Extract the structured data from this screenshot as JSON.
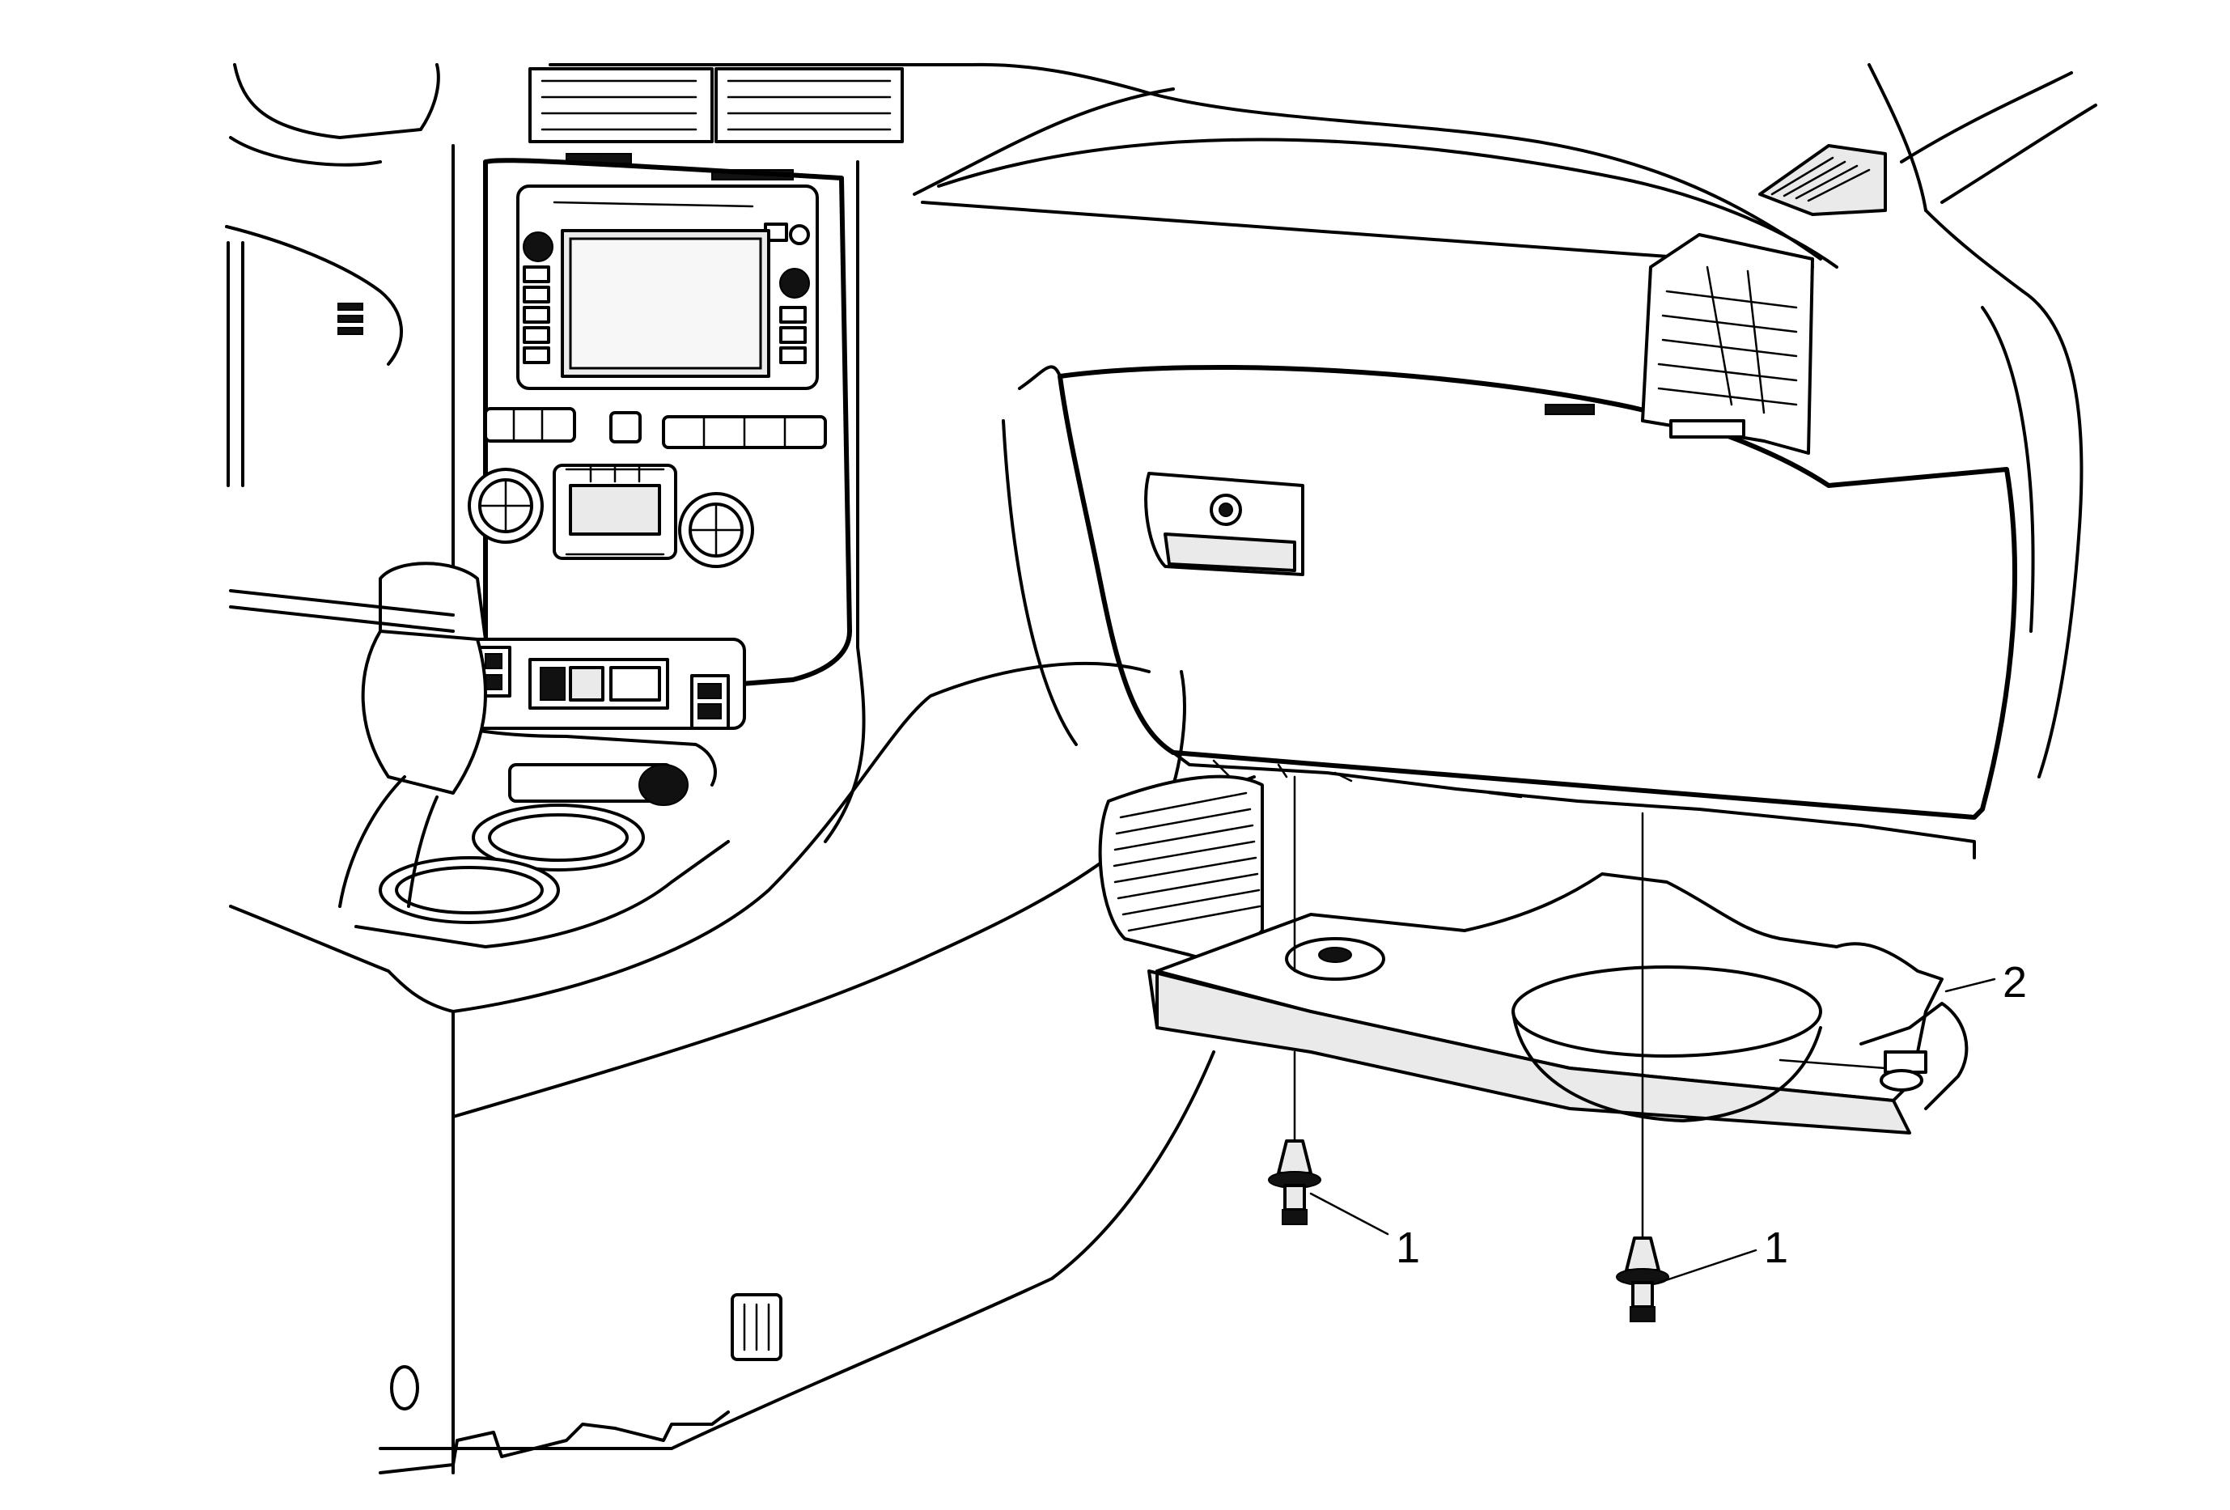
{
  "callouts": [
    {
      "id": "fastener-left",
      "label": "1"
    },
    {
      "id": "fastener-right",
      "label": "1"
    },
    {
      "id": "insulator-panel",
      "label": "2"
    }
  ],
  "colors": {
    "ink": "#000000",
    "background": "#ffffff"
  }
}
